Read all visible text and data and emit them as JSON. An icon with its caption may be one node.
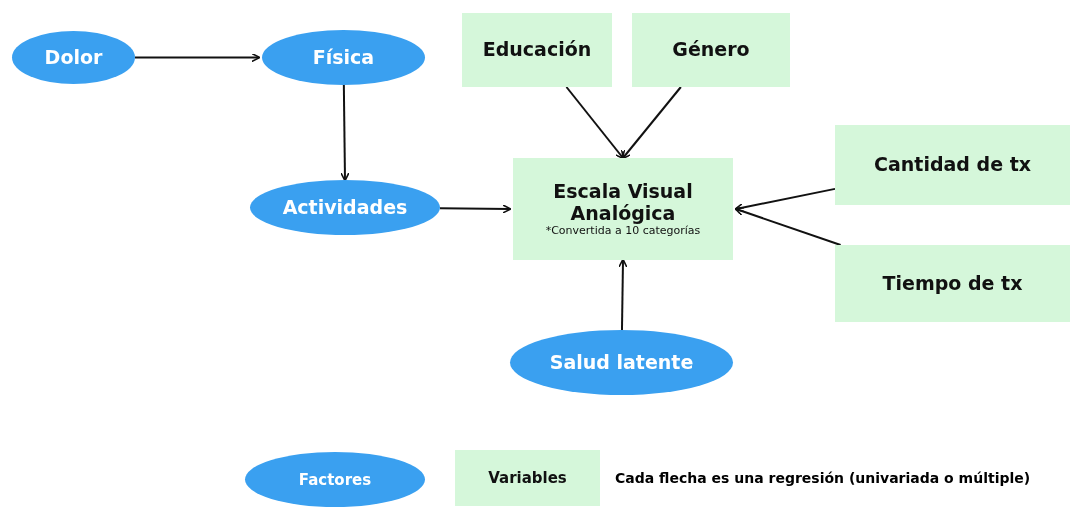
{
  "diagram": {
    "nodes": [
      {
        "text": [
          "Dolor"
        ]
      },
      {
        "text": [
          "Física"
        ]
      },
      {
        "text": [
          "Actividades"
        ]
      },
      {
        "text": [
          "Educación"
        ]
      },
      {
        "text": [
          "Género"
        ]
      },
      {
        "text": [
          "Escala Visual Analógica",
          "*Convertida a 10 categorías"
        ]
      },
      {
        "text": [
          "Cantidad de tx"
        ]
      },
      {
        "text": [
          "Tiempo de tx"
        ]
      },
      {
        "text": [
          "Salud latente"
        ]
      }
    ],
    "edges": [
      {
        "from": 0,
        "to": 1,
        "arrow": "to"
      },
      {
        "from": 1,
        "to": 2,
        "arrow": "to"
      },
      {
        "from": 2,
        "to": 5,
        "arrow": "to"
      },
      {
        "from": 3,
        "to": 5,
        "arrow": "to"
      },
      {
        "from": 4,
        "to": 5,
        "arrow": "to"
      },
      {
        "from": 6,
        "to": 5,
        "arrow": "to"
      },
      {
        "from": 7,
        "to": 5,
        "arrow": "to"
      },
      {
        "from": 8,
        "to": 5,
        "arrow": "to"
      }
    ],
    "labels": [
      "Cada flecha es una regresión (univariada o múltiple)"
    ],
    "legend": [
      {
        "text": "Factores"
      },
      {
        "text": "Variables"
      }
    ]
  }
}
